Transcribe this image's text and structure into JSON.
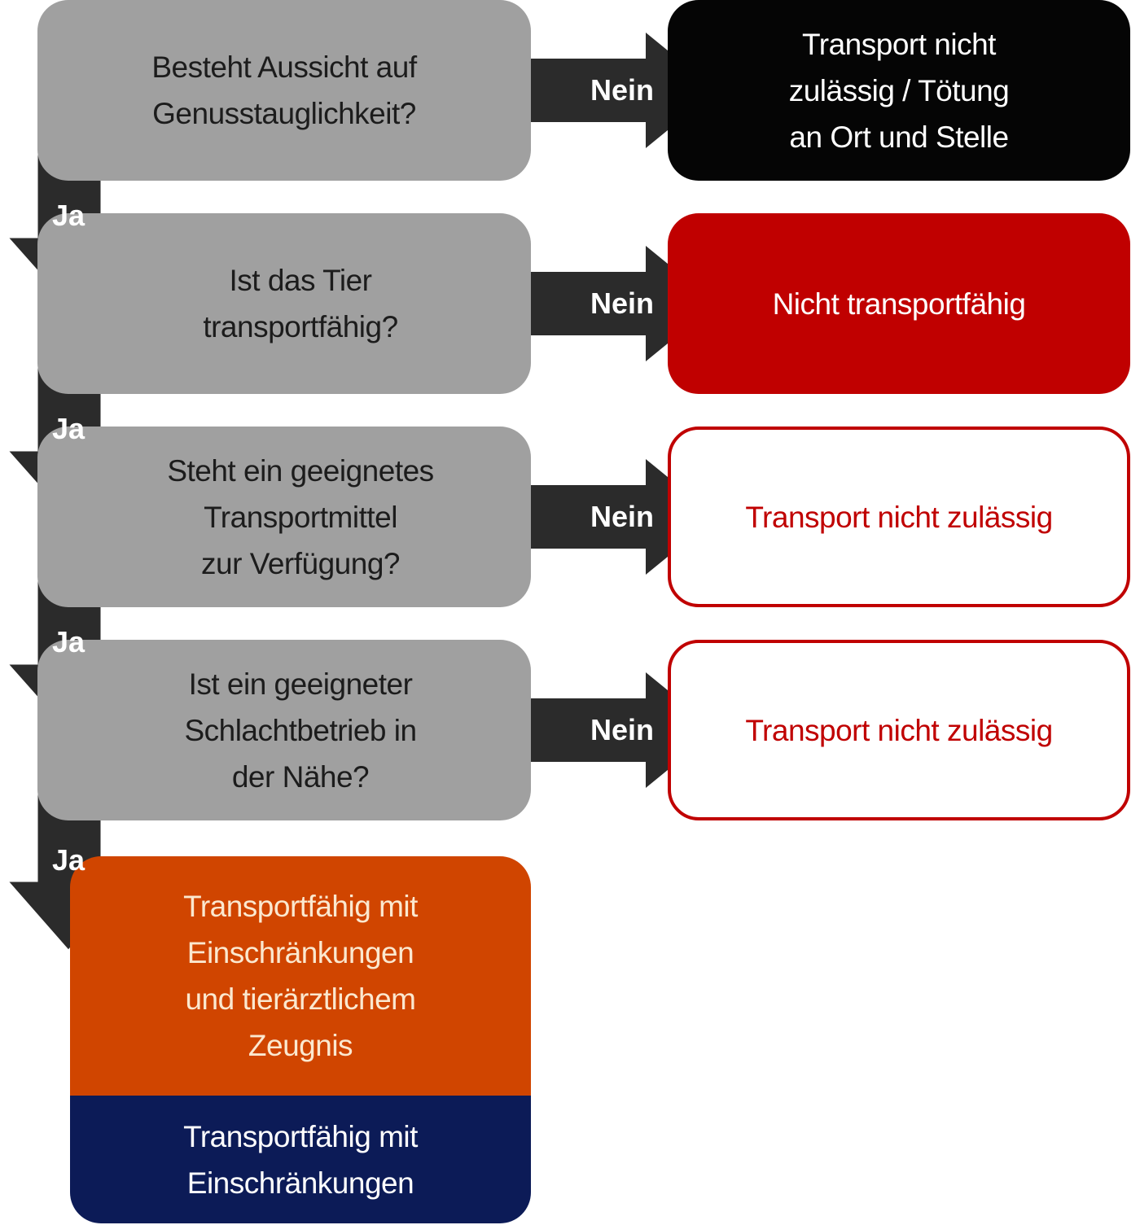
{
  "colors": {
    "question_fill": "#a0a0a0",
    "arrow_fill": "#2b2b2b",
    "outcome_black": "#050505",
    "outcome_red": "#c00000",
    "final_orange": "#d04500",
    "final_blue": "#0c1b57"
  },
  "questions": [
    {
      "text": "Besteht Aussicht auf\nGenusstauglichkeit?"
    },
    {
      "text": "Ist das Tier\ntransportfähig?"
    },
    {
      "text": "Steht ein geeignetes\nTransportmittel\nzur Verfügung?"
    },
    {
      "text": "Ist ein geeigneter\nSchlachtbetrieb in\nder Nähe?"
    }
  ],
  "no_label": "Nein",
  "yes_label": "Ja",
  "outcomes": [
    {
      "text": "Transport nicht\nzulässig / Tötung\nan Ort und Stelle"
    },
    {
      "text": "Nicht transportfähig"
    },
    {
      "text": "Transport nicht zulässig"
    },
    {
      "text": "Transport nicht zulässig"
    }
  ],
  "final": {
    "restricted_with_certificate": "Transportfähig mit\nEinschränkungen\nund tierärztlichem\nZeugnis",
    "restricted": "Transportfähig mit\nEinschränkungen"
  }
}
